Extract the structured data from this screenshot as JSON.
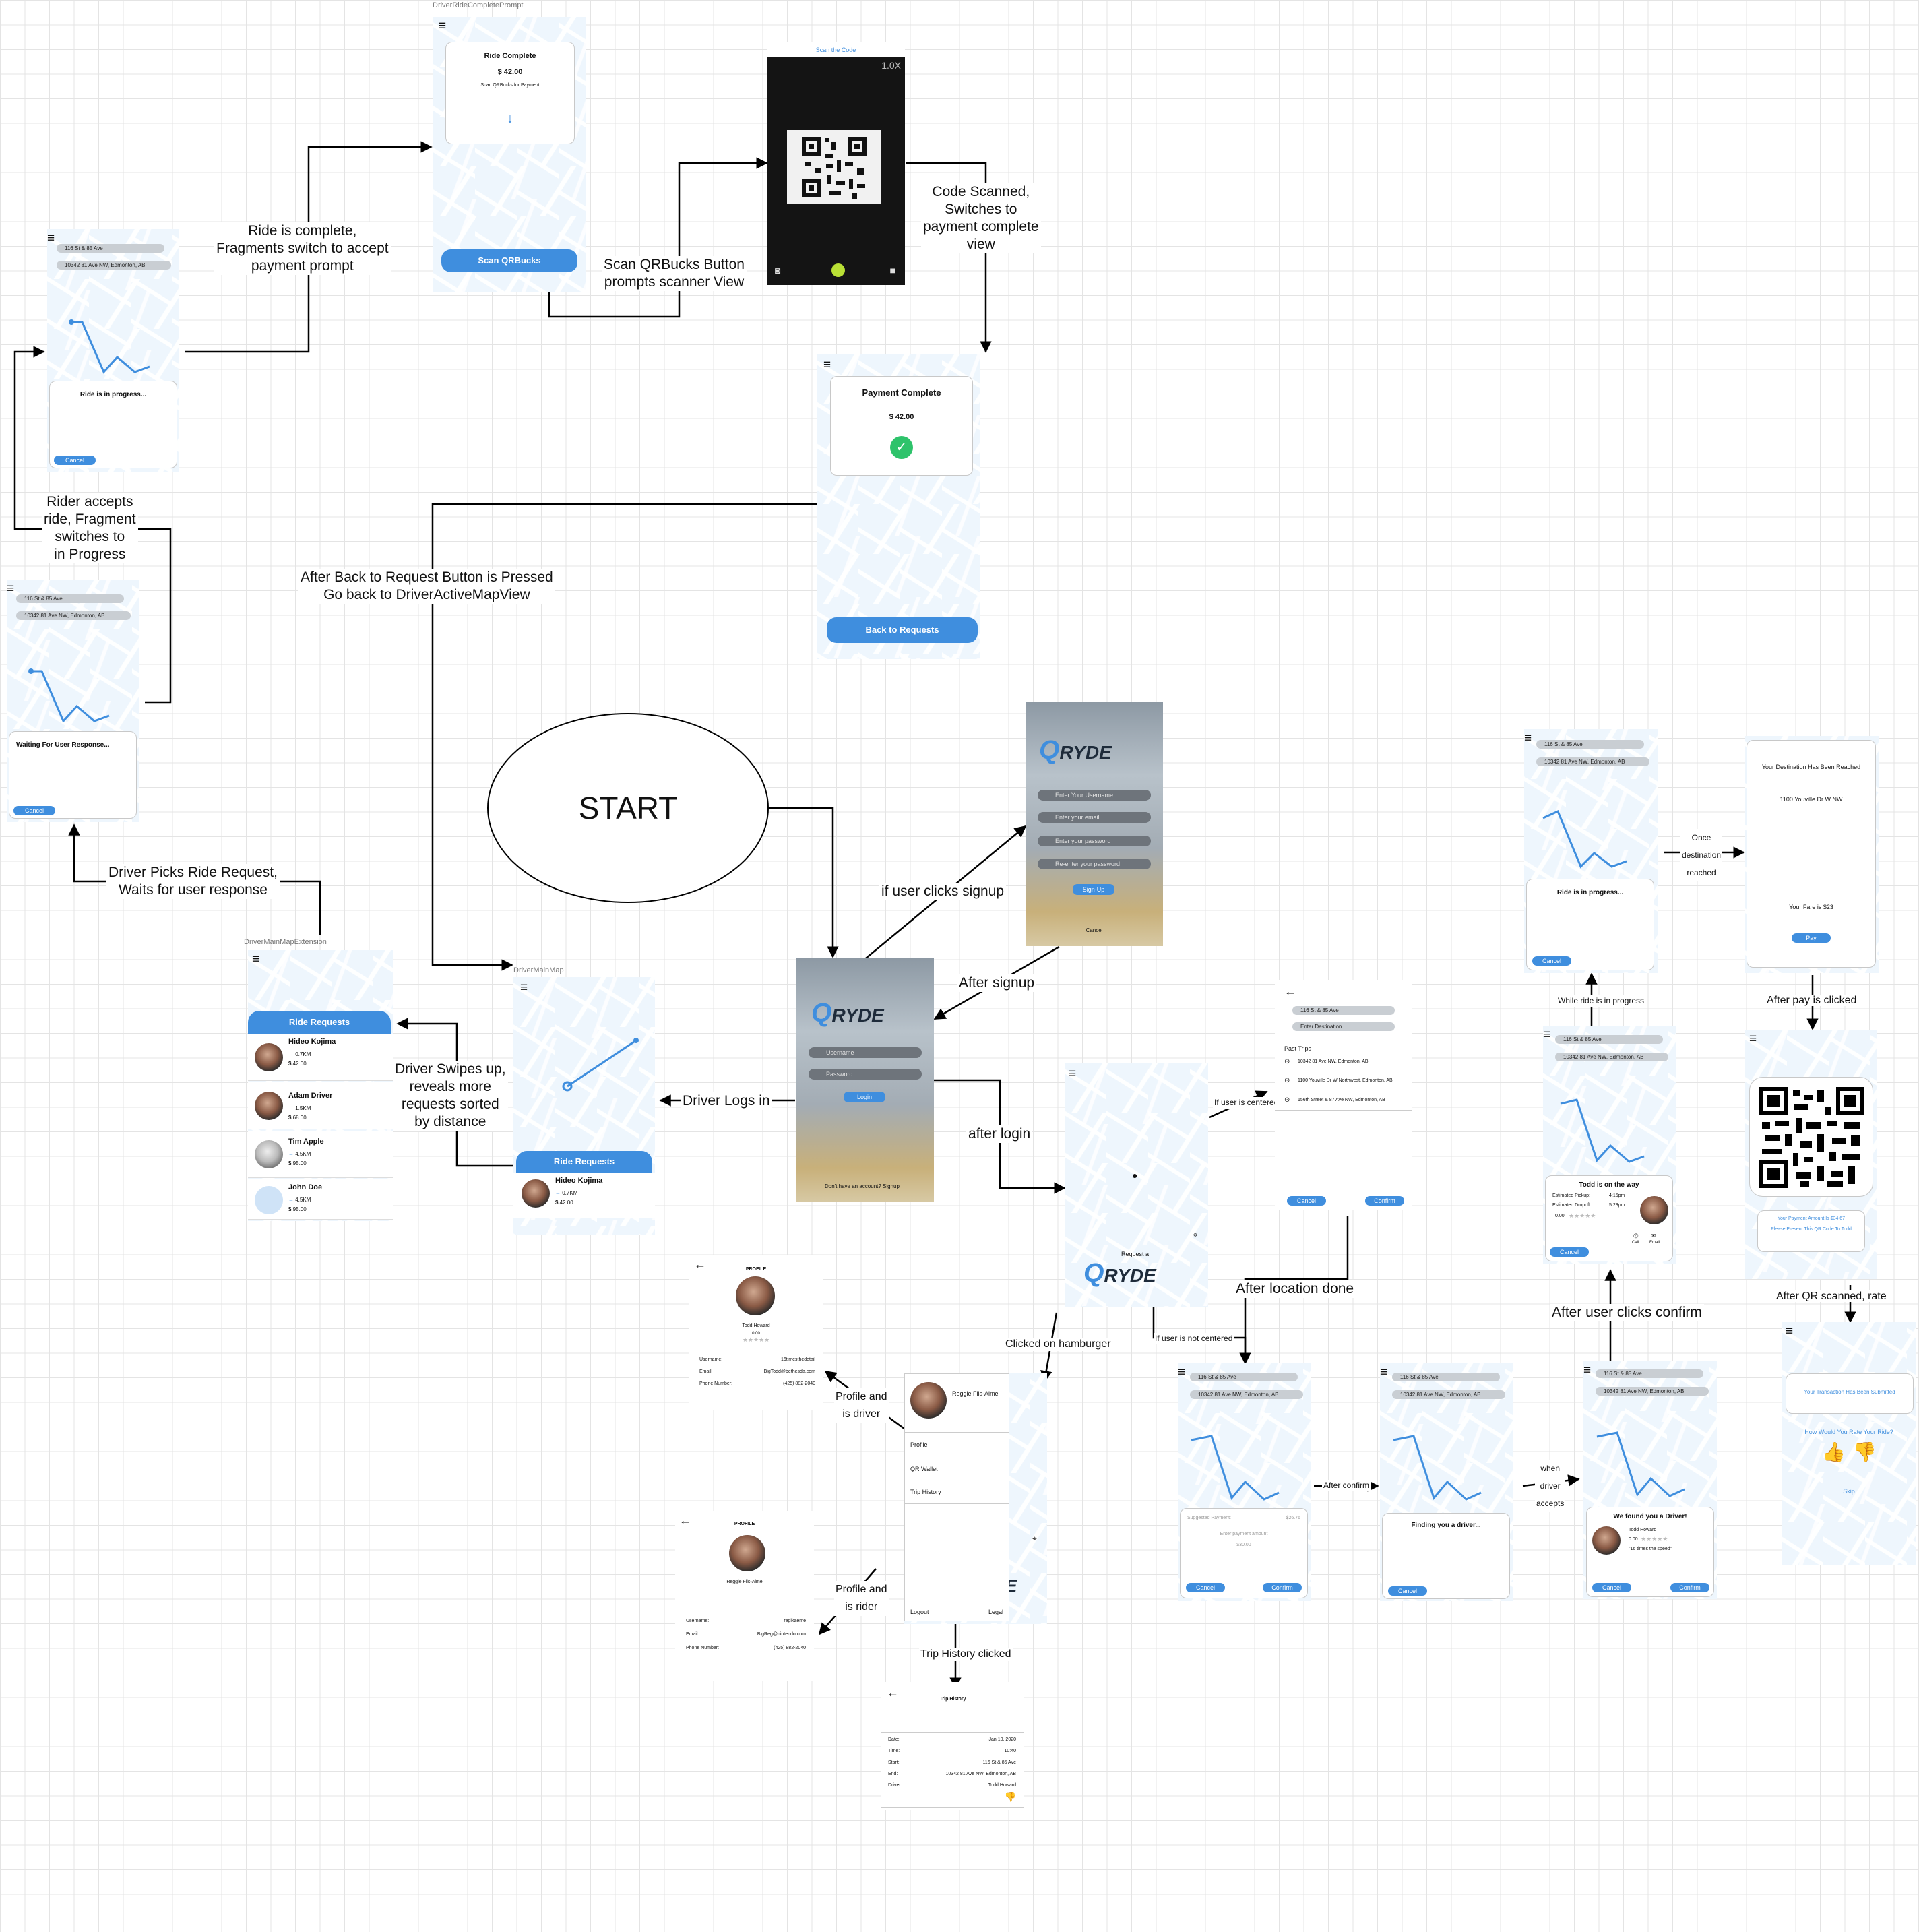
{
  "start": "START",
  "captions": {
    "ride_complete_prompt": "DriverRideCompletePrompt",
    "main_map_extension": "DriverMainMapExtension",
    "main_map": "DriverMainMap"
  },
  "labels": {
    "ride_complete": "Ride is complete,\nFragments switch to accept\npayment prompt",
    "scan_button": "Scan QRBucks Button\nprompts scanner View",
    "code_scanned": "Code Scanned,\nSwitches to\npayment complete\nview",
    "rider_accepts": "Rider accepts\nride, Fragment\nswitches to\nin Progress",
    "back_to_request": "After Back to Request Button is Pressed\nGo back to DriverActiveMapView",
    "driver_picks": "Driver Picks Ride Request,\nWaits for user response",
    "driver_swipes": "Driver Swipes up,\nreveals more\nrequests sorted\nby distance",
    "driver_logs_in": "Driver Logs in",
    "user_clicks_signup": "if user clicks signup",
    "after_signup": "After signup",
    "after_login": "after login",
    "if_user_centered": "If user is centered",
    "if_user_not_centered": "If user is not centered",
    "after_location_done": "After location done",
    "clicked_hamburger": "Clicked on hamburger",
    "profile_driver": "Profile and\nis driver",
    "profile_rider": "Profile and\nis rider",
    "trip_history_clicked": "Trip History clicked",
    "after_confirm": "After confirm",
    "when_driver_accepts": "when\ndriver\naccepts",
    "after_user_clicks_confirm": "After user clicks confirm",
    "while_ride_in_progress": "While ride is in progress",
    "once_destination_reached": "Once\ndestination\nreached",
    "after_pay_clicked": "After pay is clicked",
    "after_qr_scanned": "After QR scanned, rate"
  },
  "screens": {
    "ride_complete": {
      "title": "Ride Complete",
      "amount": "$ 42.00",
      "sub": "Scan QRBucks for Payment",
      "button": "Scan QRBucks"
    },
    "scanner": {
      "title": "Scan the Code",
      "zoom": "1.0X"
    },
    "payment_complete": {
      "title": "Payment Complete",
      "amount": "$ 42.00",
      "button": "Back to Requests"
    },
    "driver_progress": {
      "from": "116 St & 85 Ave",
      "to": "10342 81 Ave NW, Edmonton, AB",
      "status": "Ride is in progress...",
      "cancel": "Cancel"
    },
    "driver_waiting": {
      "from": "116 St & 85 Ave",
      "to": "10342 81 Ave NW, Edmonton, AB",
      "status": "Waiting For User Response...",
      "cancel": "Cancel"
    },
    "signup": {
      "logo": "RYDE",
      "username": "Enter Your Username",
      "email": "Enter your email",
      "password": "Enter your password",
      "repassword": "Re-enter your password",
      "button": "Sign-Up",
      "cancel": "Cancel"
    },
    "login": {
      "logo": "RYDE",
      "username": "Username",
      "password": "Password",
      "button": "Login",
      "footer": "Don't have an account?",
      "signup_link": "Signup"
    },
    "ride_requests_ext": {
      "header": "Ride Requests",
      "rows": [
        {
          "name": "Hideo Kojima",
          "dist": "0.7KM",
          "price": "42.00"
        },
        {
          "name": "Adam Driver",
          "dist": "1.5KM",
          "price": "68.00"
        },
        {
          "name": "Tim Apple",
          "dist": "4.5KM",
          "price": "95.00"
        },
        {
          "name": "John Doe",
          "dist": "4.5KM",
          "price": "95.00"
        }
      ]
    },
    "main_map": {
      "header": "Ride Requests",
      "row": {
        "name": "Hideo Kojima",
        "dist": "0.7KM",
        "price": "42.00"
      }
    },
    "rider_map": {
      "request": "Request a",
      "logo": "RYDE"
    },
    "destination_entry": {
      "from": "116 St & 85 Ave",
      "placeholder": "Enter Destination...",
      "past_trips": "Past Trips",
      "trips": [
        "10342 81 Ave NW, Edmonton, AB",
        "1100 Youville Dr W Northwest, Edmonton, AB",
        "156th Street & 87 Ave NW, Edmonton, AB"
      ],
      "cancel": "Cancel",
      "confirm": "Confirm"
    },
    "suggest_payment": {
      "from": "116 St & 85 Ave",
      "to": "10342 81 Ave NW, Edmonton, AB",
      "suggested": "Suggested Payment:",
      "suggested_value": "$26.76",
      "enter": "Enter payment amount",
      "enter_value": "$30.00",
      "cancel": "Cancel",
      "confirm": "Confirm"
    },
    "finding_driver": {
      "from": "116 St & 85 Ave",
      "to": "10342 81 Ave NW, Edmonton, AB",
      "status": "Finding you a driver...",
      "cancel": "Cancel"
    },
    "found_driver": {
      "from": "116 St & 85 Ave",
      "to": "10342 81 Ave NW, Edmonton, AB",
      "title": "We found you a Driver!",
      "name": "Todd Howard",
      "rating": "0.00",
      "quote": "\"16 times the speed\"",
      "cancel": "Cancel",
      "confirm": "Confirm"
    },
    "on_the_way": {
      "from": "116 St & 85 Ave",
      "to": "10342 81 Ave NW, Edmonton, AB",
      "title": "Todd is on the way",
      "pickup_label": "Estimated Pickup:",
      "pickup": "4:15pm",
      "dropoff_label": "Estimated Dropoff:",
      "dropoff": "5:23pm",
      "rating": "0.00",
      "call": "Call",
      "email": "Email",
      "cancel": "Cancel"
    },
    "rider_progress": {
      "from": "116 St & 85 Ave",
      "to": "10342 81 Ave NW, Edmonton, AB",
      "status": "Ride is in progress...",
      "cancel": "Cancel"
    },
    "destination_reached": {
      "title": "Your Destination Has Been Reached",
      "address": "1100 Youville Dr W NW",
      "fare": "Your Fare is $23",
      "pay": "Pay"
    },
    "qr_pay": {
      "amount": "Your Payment Amount Is $34.67",
      "present": "Please Present This QR Code To Todd"
    },
    "rate": {
      "submitted": "Your Transaction Has Been Submitted",
      "question": "How Would You Rate Your Ride?",
      "skip": "Skip"
    },
    "drawer": {
      "name": "Reggie Fils-Aime",
      "items": [
        "Profile",
        "QR Wallet",
        "Trip History"
      ],
      "logout": "Logout",
      "legal": "Legal"
    },
    "profile_driver": {
      "title": "PROFILE",
      "name": "Todd Howard",
      "rating": "0.00",
      "fields": [
        [
          "Username:",
          "16timesthedetail"
        ],
        [
          "Email:",
          "BigTodd@bethesda.com"
        ],
        [
          "Phone Number:",
          "(425) 882-2040"
        ]
      ]
    },
    "profile_rider": {
      "title": "PROFILE",
      "name": "Reggie Fils-Aime",
      "fields": [
        [
          "Username:",
          "regikaeme"
        ],
        [
          "Email:",
          "BigReg@nintendo.com"
        ],
        [
          "Phone Number:",
          "(425) 882-2040"
        ]
      ]
    },
    "trip_history": {
      "title": "Trip History",
      "fields": [
        [
          "Date:",
          "Jan 10, 2020"
        ],
        [
          "Time:",
          "10:40"
        ],
        [
          "Start:",
          "116 St & 85 Ave"
        ],
        [
          "End:",
          "10342 81 Ave NW, Edmonton, AB"
        ],
        [
          "Driver:",
          "Todd Howard"
        ]
      ]
    }
  }
}
